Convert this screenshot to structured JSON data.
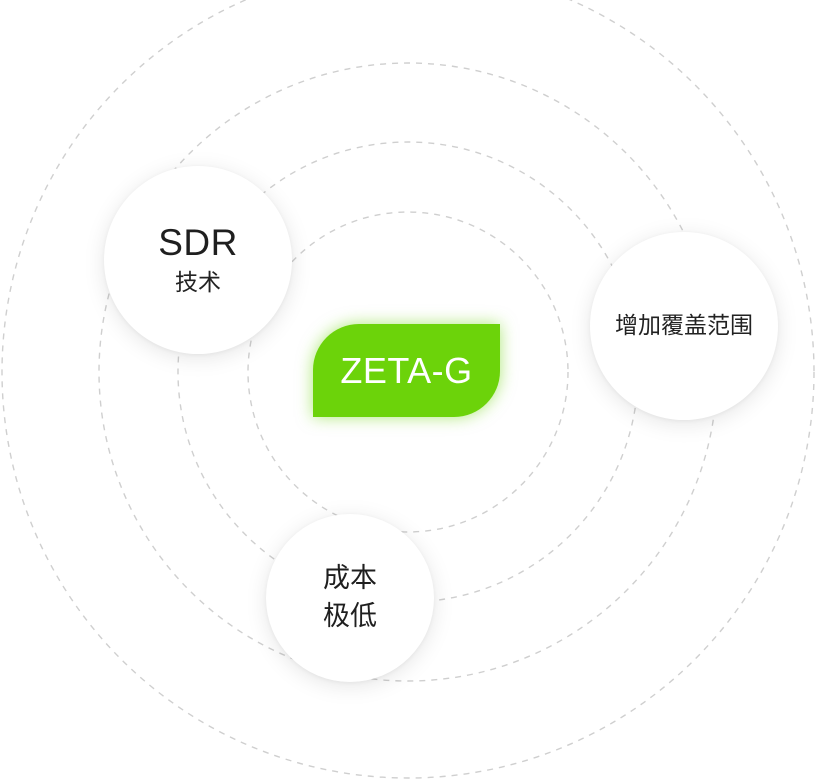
{
  "center": {
    "label": "ZETA-G",
    "color": "#6cd30a"
  },
  "nodes": {
    "sdr": {
      "line1": "SDR",
      "line2": "技术"
    },
    "coverage": {
      "line1": "增加覆盖范围"
    },
    "cost": {
      "line1": "成本",
      "line2": "极低"
    }
  },
  "ring_color": "#cfcfcf"
}
